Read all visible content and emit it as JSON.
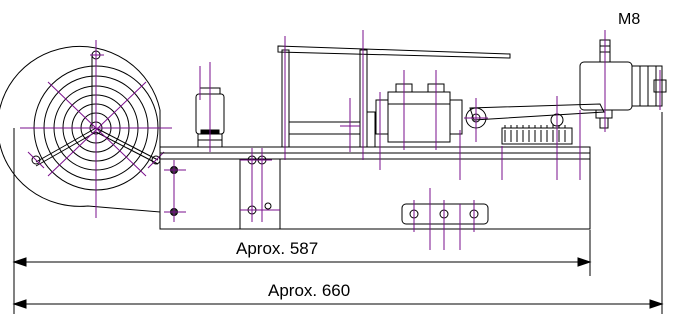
{
  "drawing": {
    "labels": {
      "bolt_thread": "M8",
      "dim_inner": "Aprox. 587",
      "dim_outer": "Aprox.  660"
    },
    "colors": {
      "line": "#000000",
      "centerline": "#7a0f8c",
      "background": "#ffffff"
    }
  }
}
